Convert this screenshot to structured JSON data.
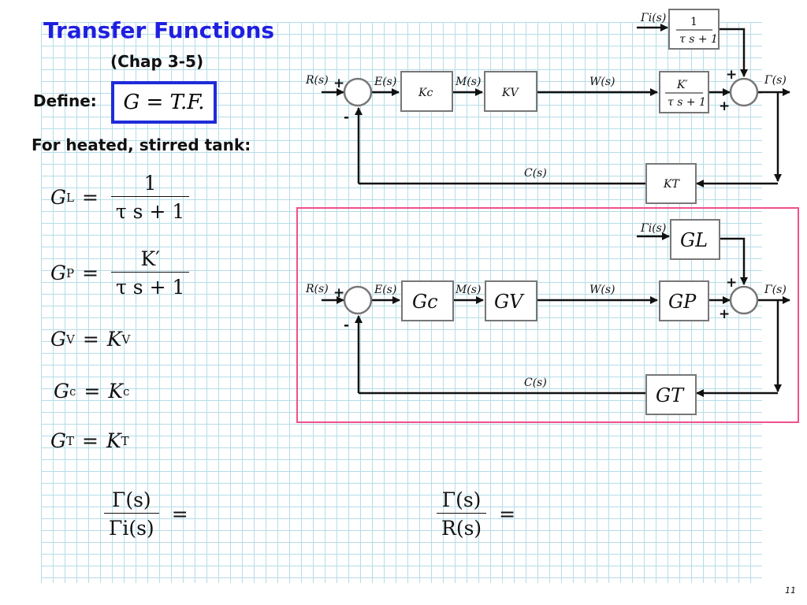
{
  "slide": {
    "title": "Transfer Functions",
    "subtitle": "(Chap 3-5)",
    "define_label": "Define:",
    "define_formula": "G = T.F.",
    "heated_tank": "For heated, stirred tank:",
    "page_number": "11"
  },
  "equations": {
    "gl": {
      "lhs": "G",
      "sub": "L",
      "num": "1",
      "den": "τ s + 1"
    },
    "gp": {
      "lhs": "G",
      "sub": "P",
      "num": "K′",
      "den": "τ s + 1"
    },
    "gv": {
      "lhs": "G",
      "sub": "V",
      "rhs": "K",
      "rhs_sub": "V"
    },
    "gc": {
      "lhs": "G",
      "sub": "c",
      "rhs": "K",
      "rhs_sub": "c"
    },
    "gt": {
      "lhs": "G",
      "sub": "T",
      "rhs": "K",
      "rhs_sub": "T"
    },
    "ratio1": {
      "num": "Γ(s)",
      "den": "Γi(s)"
    },
    "ratio2": {
      "num": "Γ(s)",
      "den": "R(s)"
    }
  },
  "diagram_top": {
    "input_gamma_i": "Γi(s)",
    "r": "R(s)",
    "e": "E(s)",
    "m": "M(s)",
    "w": "W(s)",
    "c": "C(s)",
    "output": "Γ(s)",
    "plus": "+",
    "minus": "-",
    "kc": "Kc",
    "kv": "KV",
    "kt": "KT",
    "load_tf_num": "1",
    "load_tf_den": "τ s + 1",
    "proc_tf_num": "K′",
    "proc_tf_den": "τ s + 1"
  },
  "diagram_bottom": {
    "input_gamma_i": "Γi(s)",
    "r": "R(s)",
    "e": "E(s)",
    "m": "M(s)",
    "w": "W(s)",
    "c": "C(s)",
    "output": "Γ(s)",
    "plus": "+",
    "minus": "-",
    "gl": "GL",
    "gc": "Gc",
    "gv": "GV",
    "gp": "GP",
    "gt": "GT"
  },
  "colors": {
    "title": "#1f1fe0",
    "define_border": "#1e2bd8",
    "highlight_border": "#f0508c",
    "grid": "#b6dce8"
  }
}
